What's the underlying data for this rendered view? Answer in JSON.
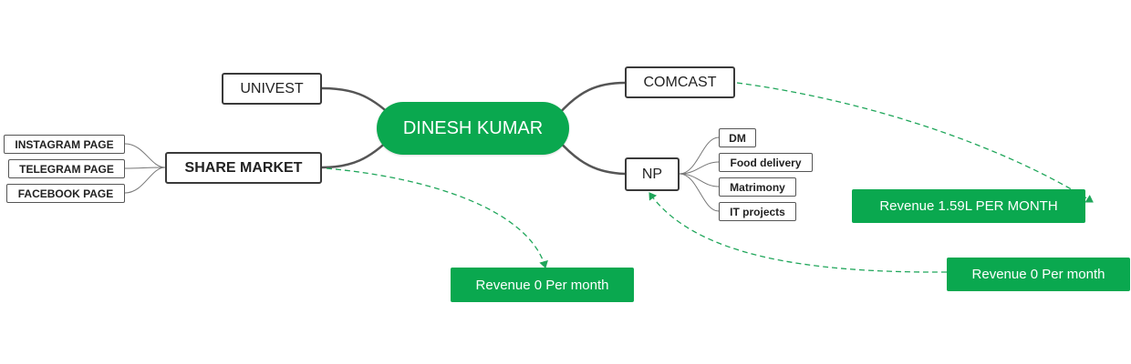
{
  "colors": {
    "root": "#0aa84f",
    "revenue": "#0aa84f",
    "connector": "#555555",
    "dashed": "#1fa65a"
  },
  "root": {
    "label": "DINESH KUMAR"
  },
  "branches": {
    "univest": {
      "label": "UNIVEST"
    },
    "share_market": {
      "label": "SHARE MARKET",
      "children": [
        {
          "label": "INSTAGRAM PAGE"
        },
        {
          "label": "TELEGRAM PAGE"
        },
        {
          "label": "FACEBOOK PAGE"
        }
      ]
    },
    "comcast": {
      "label": "COMCAST"
    },
    "np": {
      "label": "NP",
      "children": [
        {
          "label": "DM"
        },
        {
          "label": "Food delivery"
        },
        {
          "label": "Matrimony"
        },
        {
          "label": "IT projects"
        }
      ]
    }
  },
  "revenue_notes": {
    "share_market": {
      "label": "Revenue 0 Per month"
    },
    "comcast": {
      "label": "Revenue 1.59L PER MONTH"
    },
    "np": {
      "label": "Revenue 0 Per month"
    }
  }
}
